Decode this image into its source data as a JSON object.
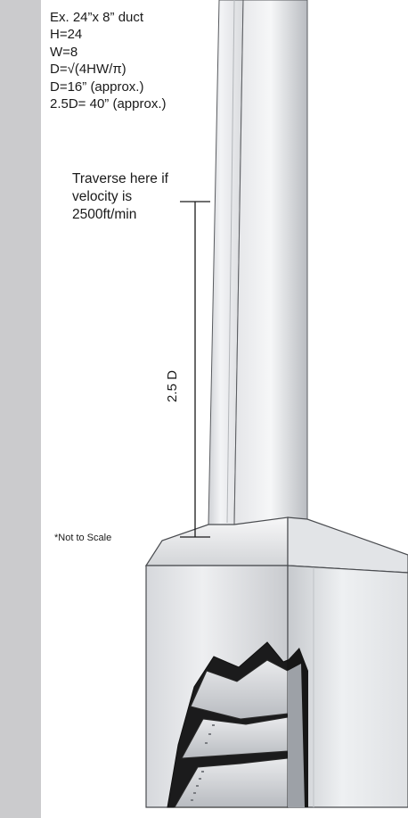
{
  "example": {
    "lines": [
      "Ex. 24”x 8” duct",
      "H=24",
      "W=8",
      "D=√(4HW/π)",
      "D=16” (approx.)",
      "2.5D= 40” (approx.)"
    ]
  },
  "traverse_note": {
    "lines": [
      "Traverse here if",
      "velocity is",
      "2500ft/min"
    ]
  },
  "dimension": {
    "label": "2.5 D"
  },
  "scale_note": "*Not to Scale",
  "colors": {
    "sidebar": "#cbcbcd",
    "duct_light": "#f1f2f4",
    "duct_mid": "#d2d4d8",
    "duct_dark": "#a9acb2",
    "outline": "#3a3a3a",
    "cutout_dark": "#161616"
  }
}
